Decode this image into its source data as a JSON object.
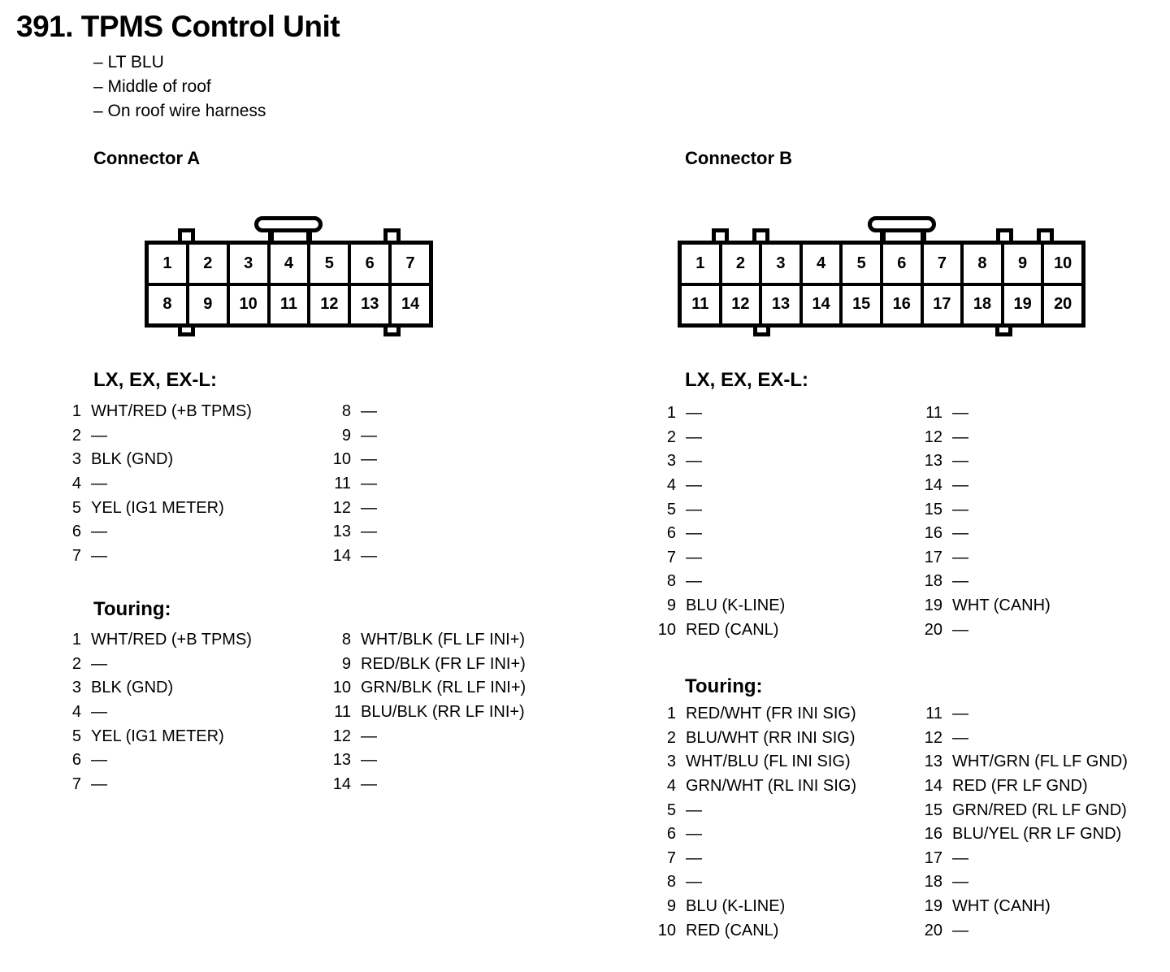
{
  "colors": {
    "ink": "#000000",
    "paper": "#ffffff"
  },
  "title": "391. TPMS Control Unit",
  "notes": [
    "– LT BLU",
    "– Middle of roof",
    "– On roof wire harness"
  ],
  "connector_a": {
    "heading": "Connector A",
    "pins_top": [
      "1",
      "2",
      "3",
      "4",
      "5",
      "6",
      "7"
    ],
    "pins_bottom": [
      "8",
      "9",
      "10",
      "11",
      "12",
      "13",
      "14"
    ],
    "lists": [
      {
        "heading": "LX, EX, EX-L:",
        "left": [
          {
            "num": "1",
            "label": "WHT/RED (+B TPMS)"
          },
          {
            "num": "2",
            "label": "—"
          },
          {
            "num": "3",
            "label": "BLK (GND)"
          },
          {
            "num": "4",
            "label": "—"
          },
          {
            "num": "5",
            "label": "YEL (IG1 METER)"
          },
          {
            "num": "6",
            "label": "—"
          },
          {
            "num": "7",
            "label": "—"
          }
        ],
        "right": [
          {
            "num": "8",
            "label": "—"
          },
          {
            "num": "9",
            "label": "—"
          },
          {
            "num": "10",
            "label": "—"
          },
          {
            "num": "11",
            "label": "—"
          },
          {
            "num": "12",
            "label": "—"
          },
          {
            "num": "13",
            "label": "—"
          },
          {
            "num": "14",
            "label": "—"
          }
        ]
      },
      {
        "heading": "Touring:",
        "left": [
          {
            "num": "1",
            "label": "WHT/RED (+B TPMS)"
          },
          {
            "num": "2",
            "label": "—"
          },
          {
            "num": "3",
            "label": "BLK (GND)"
          },
          {
            "num": "4",
            "label": "—"
          },
          {
            "num": "5",
            "label": "YEL (IG1 METER)"
          },
          {
            "num": "6",
            "label": "—"
          },
          {
            "num": "7",
            "label": "—"
          }
        ],
        "right": [
          {
            "num": "8",
            "label": "WHT/BLK (FL LF INI+)"
          },
          {
            "num": "9",
            "label": "RED/BLK (FR LF INI+)"
          },
          {
            "num": "10",
            "label": "GRN/BLK (RL LF INI+)"
          },
          {
            "num": "11",
            "label": "BLU/BLK (RR LF INI+)"
          },
          {
            "num": "12",
            "label": "—"
          },
          {
            "num": "13",
            "label": "—"
          },
          {
            "num": "14",
            "label": "—"
          }
        ]
      }
    ]
  },
  "connector_b": {
    "heading": "Connector B",
    "pins_top": [
      "1",
      "2",
      "3",
      "4",
      "5",
      "6",
      "7",
      "8",
      "9",
      "10"
    ],
    "pins_bottom": [
      "11",
      "12",
      "13",
      "14",
      "15",
      "16",
      "17",
      "18",
      "19",
      "20"
    ],
    "lists": [
      {
        "heading": "LX, EX, EX-L:",
        "left": [
          {
            "num": "1",
            "label": "—"
          },
          {
            "num": "2",
            "label": "—"
          },
          {
            "num": "3",
            "label": "—"
          },
          {
            "num": "4",
            "label": "—"
          },
          {
            "num": "5",
            "label": "—"
          },
          {
            "num": "6",
            "label": "—"
          },
          {
            "num": "7",
            "label": "—"
          },
          {
            "num": "8",
            "label": "—"
          },
          {
            "num": "9",
            "label": "BLU (K-LINE)"
          },
          {
            "num": "10",
            "label": "RED (CANL)"
          }
        ],
        "right": [
          {
            "num": "11",
            "label": "—"
          },
          {
            "num": "12",
            "label": "—"
          },
          {
            "num": "13",
            "label": "—"
          },
          {
            "num": "14",
            "label": "—"
          },
          {
            "num": "15",
            "label": "—"
          },
          {
            "num": "16",
            "label": "—"
          },
          {
            "num": "17",
            "label": "—"
          },
          {
            "num": "18",
            "label": "—"
          },
          {
            "num": "19",
            "label": "WHT (CANH)"
          },
          {
            "num": "20",
            "label": "—"
          }
        ]
      },
      {
        "heading": "Touring:",
        "left": [
          {
            "num": "1",
            "label": "RED/WHT (FR INI SIG)"
          },
          {
            "num": "2",
            "label": "BLU/WHT (RR INI SIG)"
          },
          {
            "num": "3",
            "label": "WHT/BLU (FL INI SIG)"
          },
          {
            "num": "4",
            "label": "GRN/WHT (RL INI SIG)"
          },
          {
            "num": "5",
            "label": "—"
          },
          {
            "num": "6",
            "label": "—"
          },
          {
            "num": "7",
            "label": "—"
          },
          {
            "num": "8",
            "label": "—"
          },
          {
            "num": "9",
            "label": "BLU (K-LINE)"
          },
          {
            "num": "10",
            "label": "RED (CANL)"
          }
        ],
        "right": [
          {
            "num": "11",
            "label": "—"
          },
          {
            "num": "12",
            "label": "—"
          },
          {
            "num": "13",
            "label": "WHT/GRN (FL LF GND)"
          },
          {
            "num": "14",
            "label": "RED (FR LF GND)"
          },
          {
            "num": "15",
            "label": "GRN/RED (RL LF GND)"
          },
          {
            "num": "16",
            "label": "BLU/YEL (RR LF GND)"
          },
          {
            "num": "17",
            "label": "—"
          },
          {
            "num": "18",
            "label": "—"
          },
          {
            "num": "19",
            "label": "WHT (CANH)"
          },
          {
            "num": "20",
            "label": "—"
          }
        ]
      }
    ]
  }
}
